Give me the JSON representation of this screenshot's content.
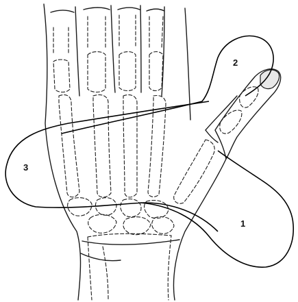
{
  "zones": [
    {
      "id": "1",
      "label": "1"
    },
    {
      "id": "2",
      "label": "2"
    },
    {
      "id": "3",
      "label": "3"
    }
  ]
}
